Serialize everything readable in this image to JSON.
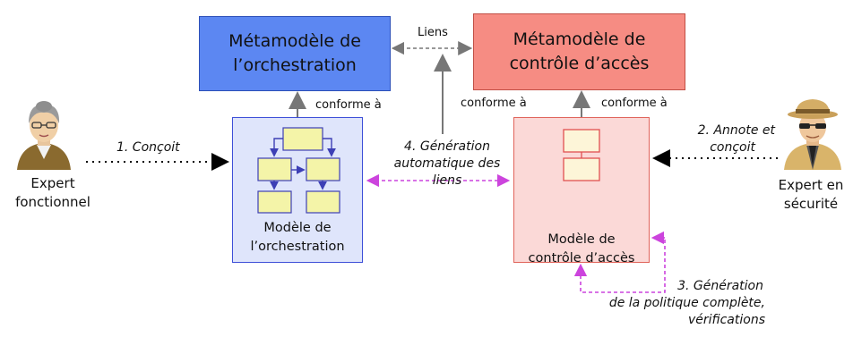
{
  "boxes": {
    "meta_orch": [
      "Métamodèle de",
      "l’orchestration"
    ],
    "meta_ac": [
      "Métamodèle de",
      "contrôle d’accès"
    ],
    "mod_orch": [
      "Modèle de",
      "l’orchestration"
    ],
    "mod_ac": [
      "Modèle de",
      "contrôle d’accès"
    ]
  },
  "labels": {
    "liens": "Liens",
    "conforme_1": "conforme à",
    "conforme_2": "conforme à",
    "conforme_3": "conforme à"
  },
  "steps": {
    "step1": "1. Conçoit",
    "step2": [
      "2. Annote et",
      "conçoit"
    ],
    "step3": [
      "3. Génération",
      "de la politique complète,",
      "vérifications"
    ],
    "step4": [
      "4. Génération",
      "automatique des",
      "liens"
    ]
  },
  "actors": {
    "functional": [
      "Expert",
      "fonctionnel"
    ],
    "security": [
      "Expert en",
      "sécurité"
    ]
  },
  "colors": {
    "blue_fill": "#5c87f2",
    "red_fill": "#f68c83",
    "purple_arrow": "#cc44dd",
    "gray_arrow": "#777777"
  }
}
